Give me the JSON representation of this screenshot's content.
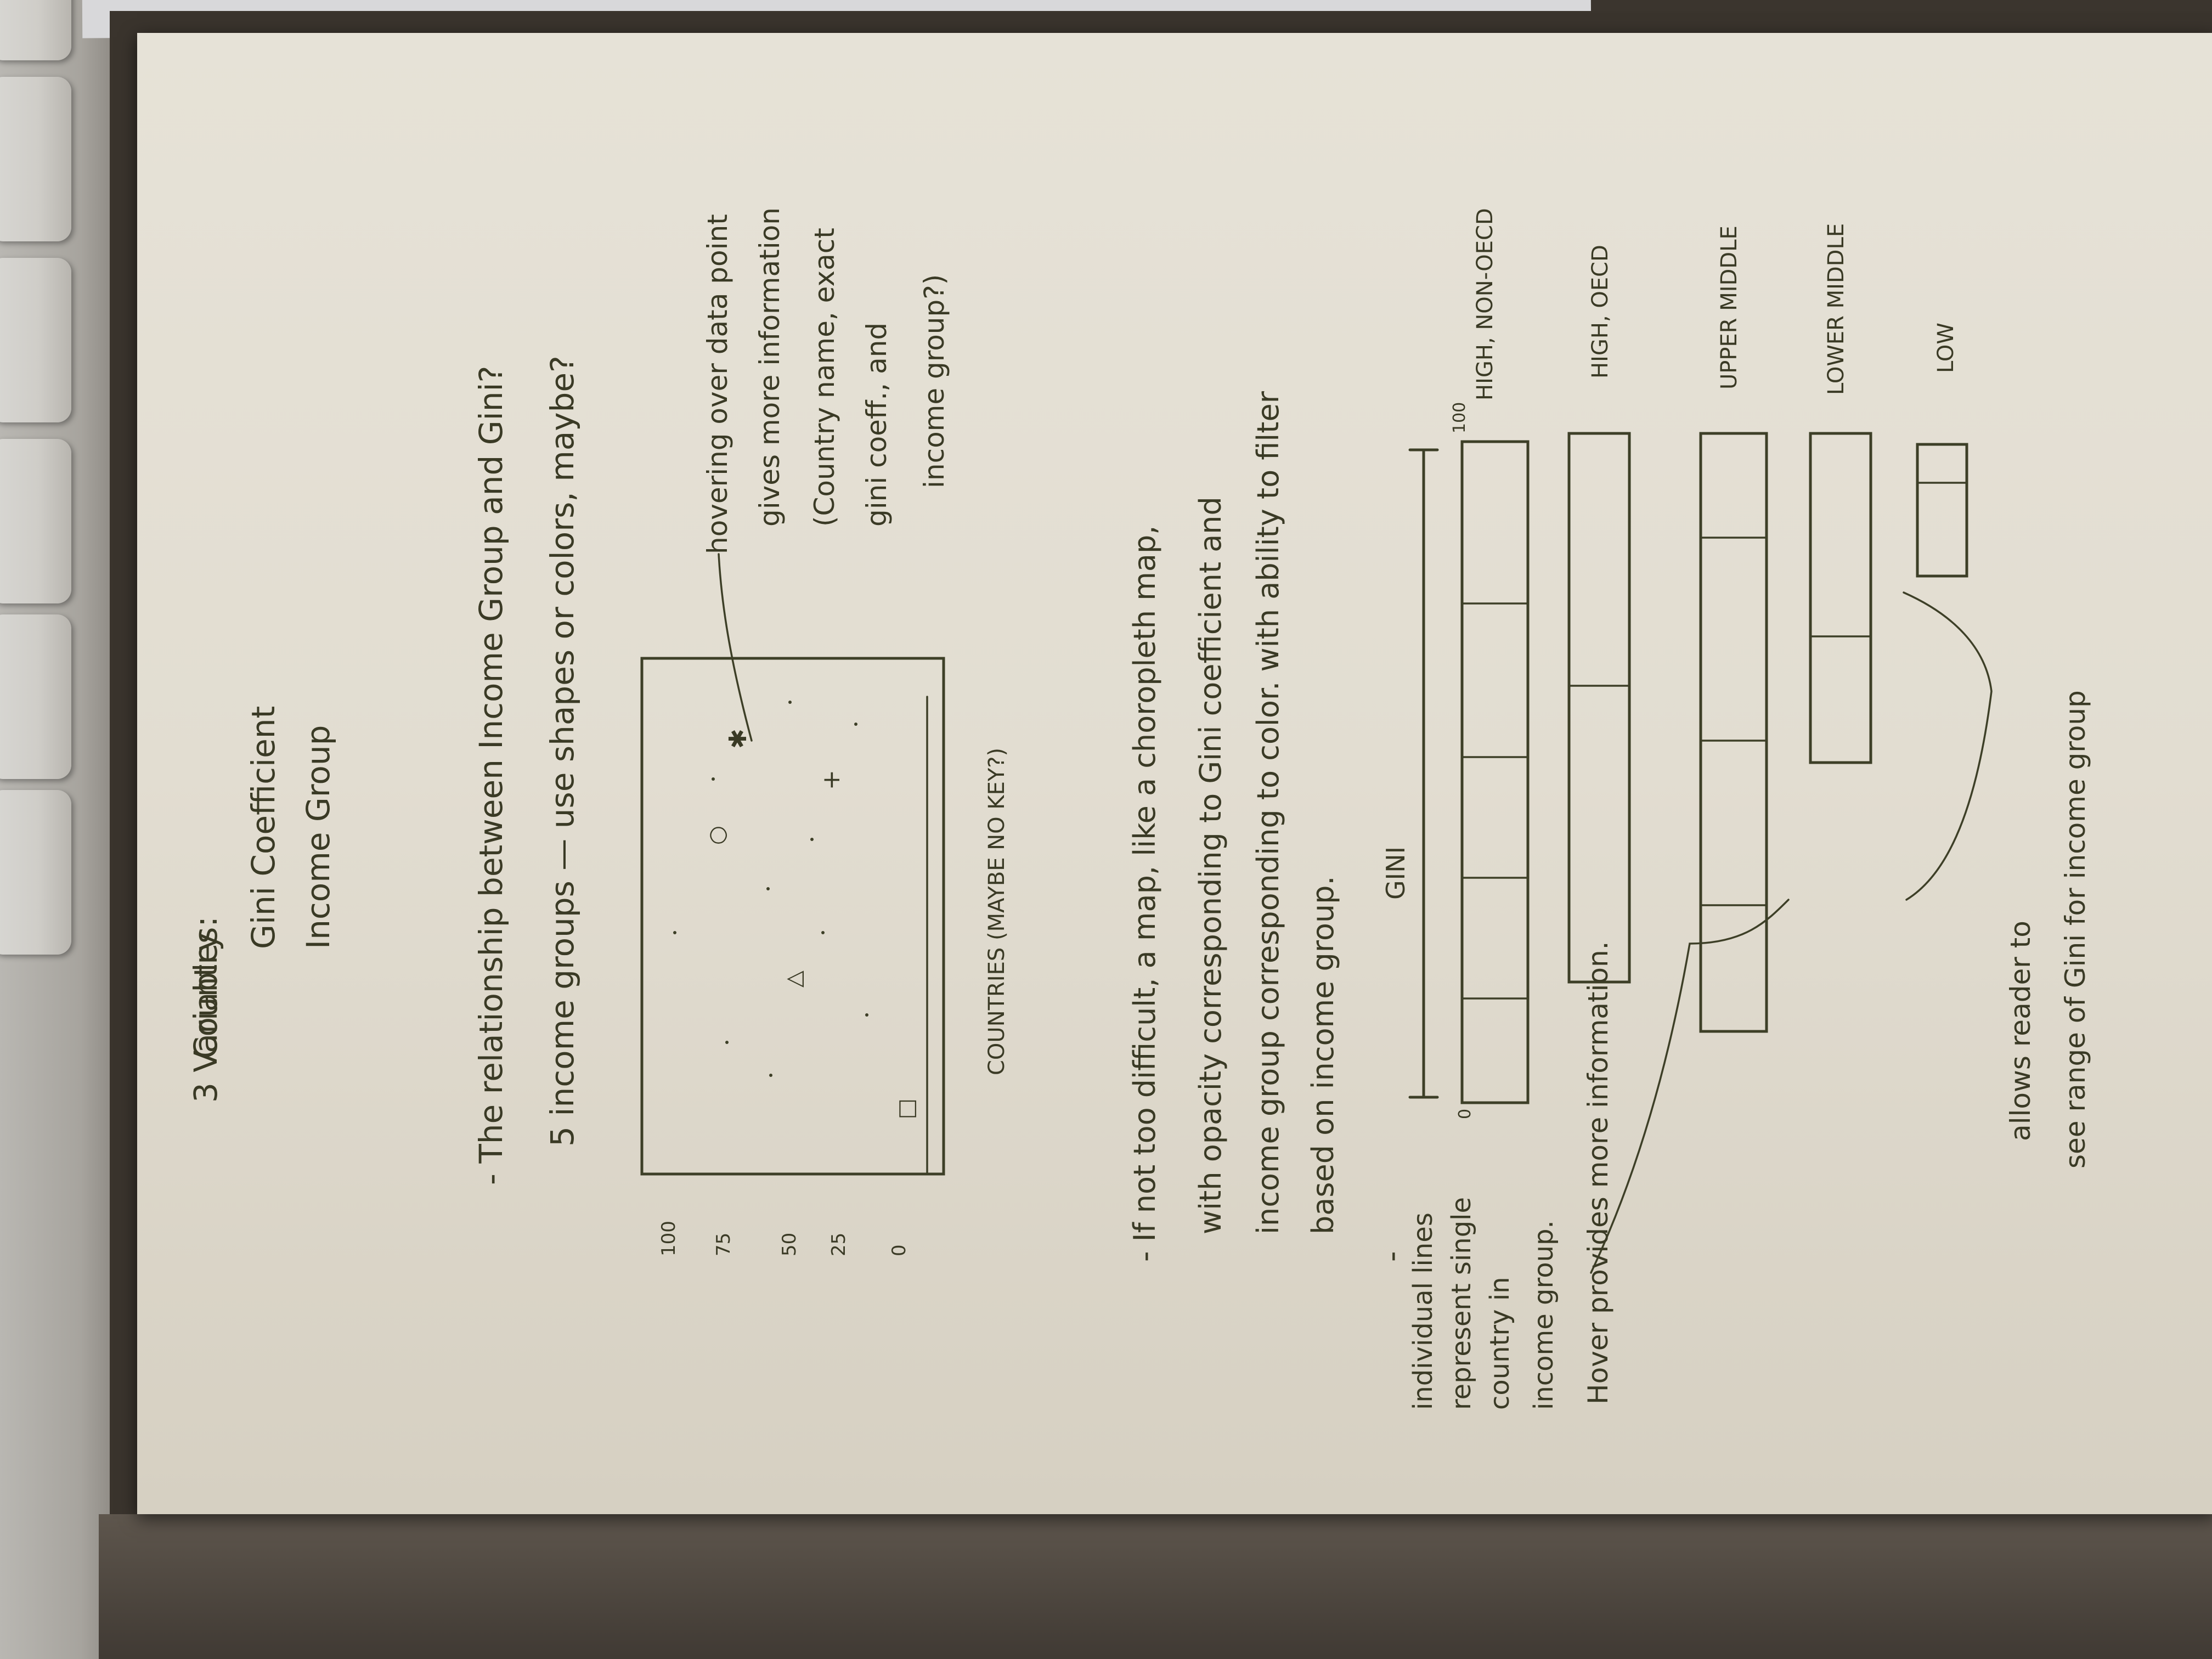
{
  "notes": {
    "variables_label": "3 Variables:",
    "variables": [
      "Country",
      "Gini Coefficient",
      "Income Group"
    ],
    "relationship": "- The relationship between Income Group and Gini?",
    "groups": "5 income groups — use shapes or colors, maybe?",
    "hover": {
      "line1": "hovering over data point",
      "line2": "gives more information",
      "line3": "(Country name, exact",
      "line4": "gini coeff., and",
      "line5": "income group?)"
    },
    "map_idea": {
      "line1": "- If not too difficult, a map, like a choropleth map,",
      "line2": "with opacity corresponding to Gini coefficient and",
      "line3": "income group corresponding to color. with ability to filter",
      "line4": "based on income group."
    },
    "dash": "-",
    "lines_note": {
      "line1": "individual lines",
      "line2": "represent single",
      "line3": "country in",
      "line4": "income group."
    },
    "hover_note": "Hover provides more information.",
    "allows_note": {
      "line1": "allows reader to",
      "line2": "see range of Gini for income group"
    }
  },
  "scatter_sketch": {
    "y_top": "100",
    "y_ticks": [
      "75",
      "50",
      "25"
    ],
    "y_bottom": "0",
    "x_label": "COUNTRIES (MAYBE NO KEY?)",
    "marker_labels": [
      "□",
      "△",
      "○",
      "+",
      "✱"
    ]
  },
  "bar_sketch": {
    "axis_label": "GINI",
    "min": "0",
    "max": "100",
    "groups": [
      {
        "label": "HIGH, NON-OECD"
      },
      {
        "label": "HIGH, OECD"
      },
      {
        "label": "UPPER MIDDLE"
      },
      {
        "label": "LOWER MIDDLE"
      },
      {
        "label": "LOW"
      }
    ]
  }
}
